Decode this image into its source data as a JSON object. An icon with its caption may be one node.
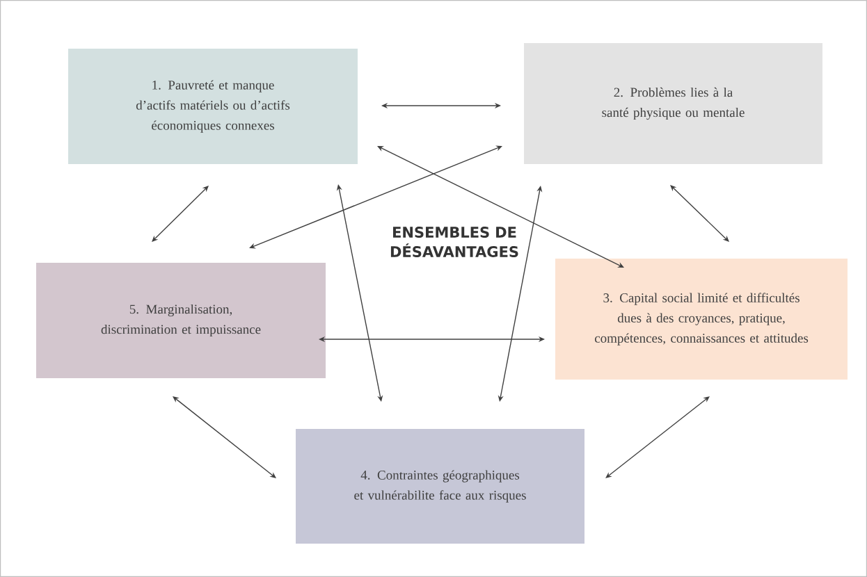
{
  "diagram": {
    "nodes": [
      {
        "text": [
          "1. Pauvreté et manque d’actifs matériels ou d’actifs économiques connexes"
        ]
      },
      {
        "text": [
          "2. Problèmes lies à la santé physique ou mentale"
        ]
      },
      {
        "text": [
          "3. Capital social limité et difficultés dues à des croyances, pratique, compétences, connaissances et attitudes"
        ]
      },
      {
        "text": [
          "4. Contraintes géographiques et vulnérabilite face aux risques"
        ]
      },
      {
        "text": [
          "5. Marginalisation, discrimination et impuissance"
        ]
      }
    ],
    "edges": [
      {
        "from": 0,
        "to": 1,
        "arrow": "both"
      },
      {
        "from": 0,
        "to": 2,
        "arrow": "both"
      },
      {
        "from": 0,
        "to": 4,
        "arrow": "both"
      },
      {
        "from": 0,
        "to": 3,
        "arrow": "both"
      },
      {
        "from": 1,
        "to": 4,
        "arrow": "both"
      },
      {
        "from": 1,
        "to": 2,
        "arrow": "both"
      },
      {
        "from": 1,
        "to": 3,
        "arrow": "both"
      },
      {
        "from": 4,
        "to": 2,
        "arrow": "both"
      },
      {
        "from": 4,
        "to": 3,
        "arrow": "both"
      },
      {
        "from": 2,
        "to": 3,
        "arrow": "both"
      }
    ],
    "labels": [
      "ENSEMBLES DE DÉSAVANTAGES"
    ]
  }
}
